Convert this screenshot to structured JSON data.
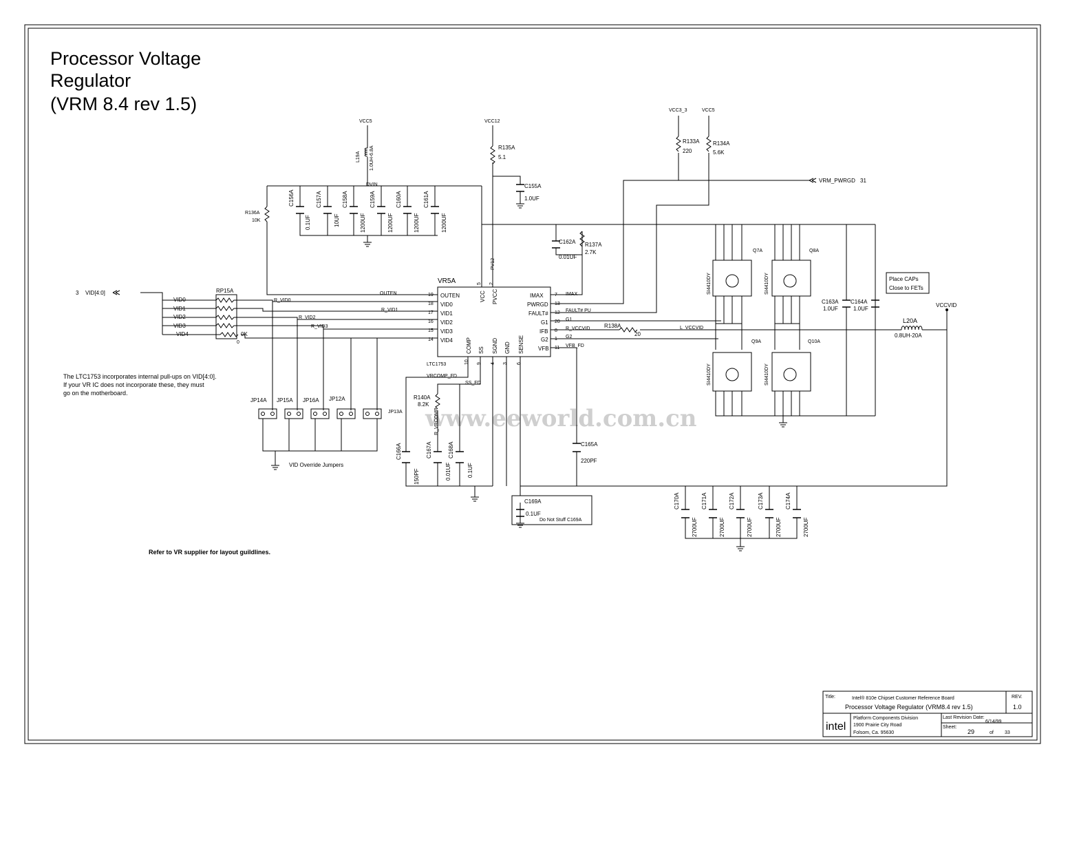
{
  "title_lines": [
    "Processor Voltage",
    "Regulator",
    "(VRM 8.4 rev 1.5)"
  ],
  "watermark": "www.eeworld.com.cn",
  "rails": {
    "vcc5_a": "VCC5",
    "vcc12": "VCC12",
    "vcc3_3": "VCC3_3",
    "vcc5_b": "VCC5",
    "vccvid": "VCCVID"
  },
  "ic": {
    "ref": "VR5A",
    "part": "LTC1753",
    "left_pins": [
      {
        "num": "19",
        "name": "OUTEN"
      },
      {
        "num": "18",
        "name": "VID0"
      },
      {
        "num": "17",
        "name": "VID1"
      },
      {
        "num": "16",
        "name": "VID2"
      },
      {
        "num": "15",
        "name": "VID3"
      },
      {
        "num": "14",
        "name": "VID4"
      }
    ],
    "right_pins": [
      {
        "num": "7",
        "name": "IMAX"
      },
      {
        "num": "13",
        "name": "PWRGD"
      },
      {
        "num": "12",
        "name": "FAULT#"
      },
      {
        "num": "20",
        "name": "G1"
      },
      {
        "num": "8",
        "name": "IFB"
      },
      {
        "num": "1",
        "name": "G2"
      },
      {
        "num": "11",
        "name": "VFB"
      }
    ],
    "top_pins": [
      {
        "num": "5",
        "name": "VCC"
      },
      {
        "num": "2",
        "name": "PVCC"
      }
    ],
    "bottom_pins": [
      {
        "num": "10",
        "name": "COMP"
      },
      {
        "num": "9",
        "name": "SS"
      },
      {
        "num": "4",
        "name": "SGND"
      },
      {
        "num": "3",
        "name": "GND"
      },
      {
        "num": "6",
        "name": "SENSE"
      }
    ]
  },
  "nets": {
    "outen": "OUTEN",
    "r_vid0": "R_VID0",
    "r_vid1": "R_VID1",
    "r_vid2": "R_VID2",
    "r_vid3": "R_VID3",
    "imax": "IMAX",
    "fault_pu": "FAULT# PU",
    "g1": "G1",
    "r_vccvid": "R_VCCVID",
    "g2": "G2",
    "vfb_fd": "VFB_FD",
    "l_vccvid": "L_VCCVID",
    "vrm_pwrgd": "VRM_PWRGD",
    "vrm_pwrgd_page": "31",
    "vid_bus": "VID[4:0]",
    "vid_bus_page": "3",
    "vid0": "VID0",
    "vid1": "VID1",
    "vid2": "VID2",
    "vid3": "VID3",
    "vid4": "VID4",
    "vin": "DVIN",
    "pv12": "PV12",
    "vrcomp_fd": "VRCOMP_FD",
    "ss_fd": "SS_FD",
    "r_vrcomp": "R_VRCOMP"
  },
  "components": {
    "l19a": {
      "ref": "L19A",
      "value": "1.0UH-6.8A"
    },
    "r135a": {
      "ref": "R135A",
      "value": "5.1"
    },
    "c155a": {
      "ref": "C155A",
      "value": "1.0UF"
    },
    "r136a": {
      "ref": "R136A",
      "value": "10K"
    },
    "c156a": {
      "ref": "C156A",
      "value": "0.1UF"
    },
    "c157a": {
      "ref": "C157A",
      "value": "10UF"
    },
    "c158a": {
      "ref": "C158A",
      "value": "1200UF"
    },
    "c159a": {
      "ref": "C159A",
      "value": "1200UF"
    },
    "c160a": {
      "ref": "C160A",
      "value": "1200UF"
    },
    "c161a": {
      "ref": "C161A",
      "value": "1200UF"
    },
    "r133a": {
      "ref": "R133A",
      "value": "220"
    },
    "r134a": {
      "ref": "R134A",
      "value": "5.6K"
    },
    "c162a": {
      "ref": "C162A",
      "value": "0.01UF"
    },
    "r137a": {
      "ref": "R137A",
      "value": "2.7K"
    },
    "r138a": {
      "ref": "R138A",
      "value": "20"
    },
    "rp15a": {
      "ref": "RP15A",
      "value": "0K",
      "extra": "0"
    },
    "r140a": {
      "ref": "R140A",
      "value": "8.2K"
    },
    "c166a": {
      "ref": "C166A",
      "value": "150PF"
    },
    "c167a": {
      "ref": "C167A",
      "value": "0.01UF"
    },
    "c168a": {
      "ref": "C168A",
      "value": "0.1UF"
    },
    "c165a": {
      "ref": "C165A",
      "value": "220PF"
    },
    "c169a": {
      "ref": "C169A",
      "value": "0.1UF",
      "note": "Do Not Stuff C169A"
    },
    "c163a": {
      "ref": "C163A",
      "value": "1.0UF"
    },
    "c164a": {
      "ref": "C164A",
      "value": "1.0UF"
    },
    "l20a": {
      "ref": "L20A",
      "value": "0.8UH-20A"
    },
    "q7a": {
      "ref": "Q7A",
      "part": "SI4410DY"
    },
    "q8a": {
      "ref": "Q8A",
      "part": "SI4410DY"
    },
    "q9a": {
      "ref": "Q9A",
      "part": "SI4410DY"
    },
    "q10a": {
      "ref": "Q10A",
      "part": "SI4410DY"
    },
    "out_caps": [
      {
        "ref": "C170A",
        "value": "2700UF"
      },
      {
        "ref": "C171A",
        "value": "2700UF"
      },
      {
        "ref": "C172A",
        "value": "2700UF"
      },
      {
        "ref": "C173A",
        "value": "2700UF"
      },
      {
        "ref": "C174A",
        "value": "2700UF"
      }
    ],
    "jumpers": [
      "JP14A",
      "JP15A",
      "JP16A",
      "JP12A",
      "JP13A"
    ]
  },
  "notes": {
    "place_caps": [
      "Place CAPs",
      "Close to FETs"
    ],
    "vid_note": [
      "The LTC1753 incorporates internal pull-ups on VID[4:0].",
      "If your VR IC does not incorporate these, they must",
      "go on the motherboard."
    ],
    "jumpers_label": "VID Override Jumpers",
    "layout_note": "Refer to VR supplier for layout guildlines."
  },
  "title_block": {
    "title_label": "Title:",
    "board": "Intel® 810e Chipset Customer Reference Board",
    "sheet_title": "Processor Voltage Regulator (VRM8.4 rev 1.5)",
    "rev_label": "REV.",
    "rev": "1.0",
    "company": "intel",
    "division": "Platform Components Division",
    "address1": "1900 Prairie City Road",
    "address2": "Folsom, Ca. 95630",
    "date_label": "Last Revision Date:",
    "date": "6/14/99",
    "sheet_label": "Sheet:",
    "sheet": "29",
    "of": "of",
    "total": "33"
  }
}
